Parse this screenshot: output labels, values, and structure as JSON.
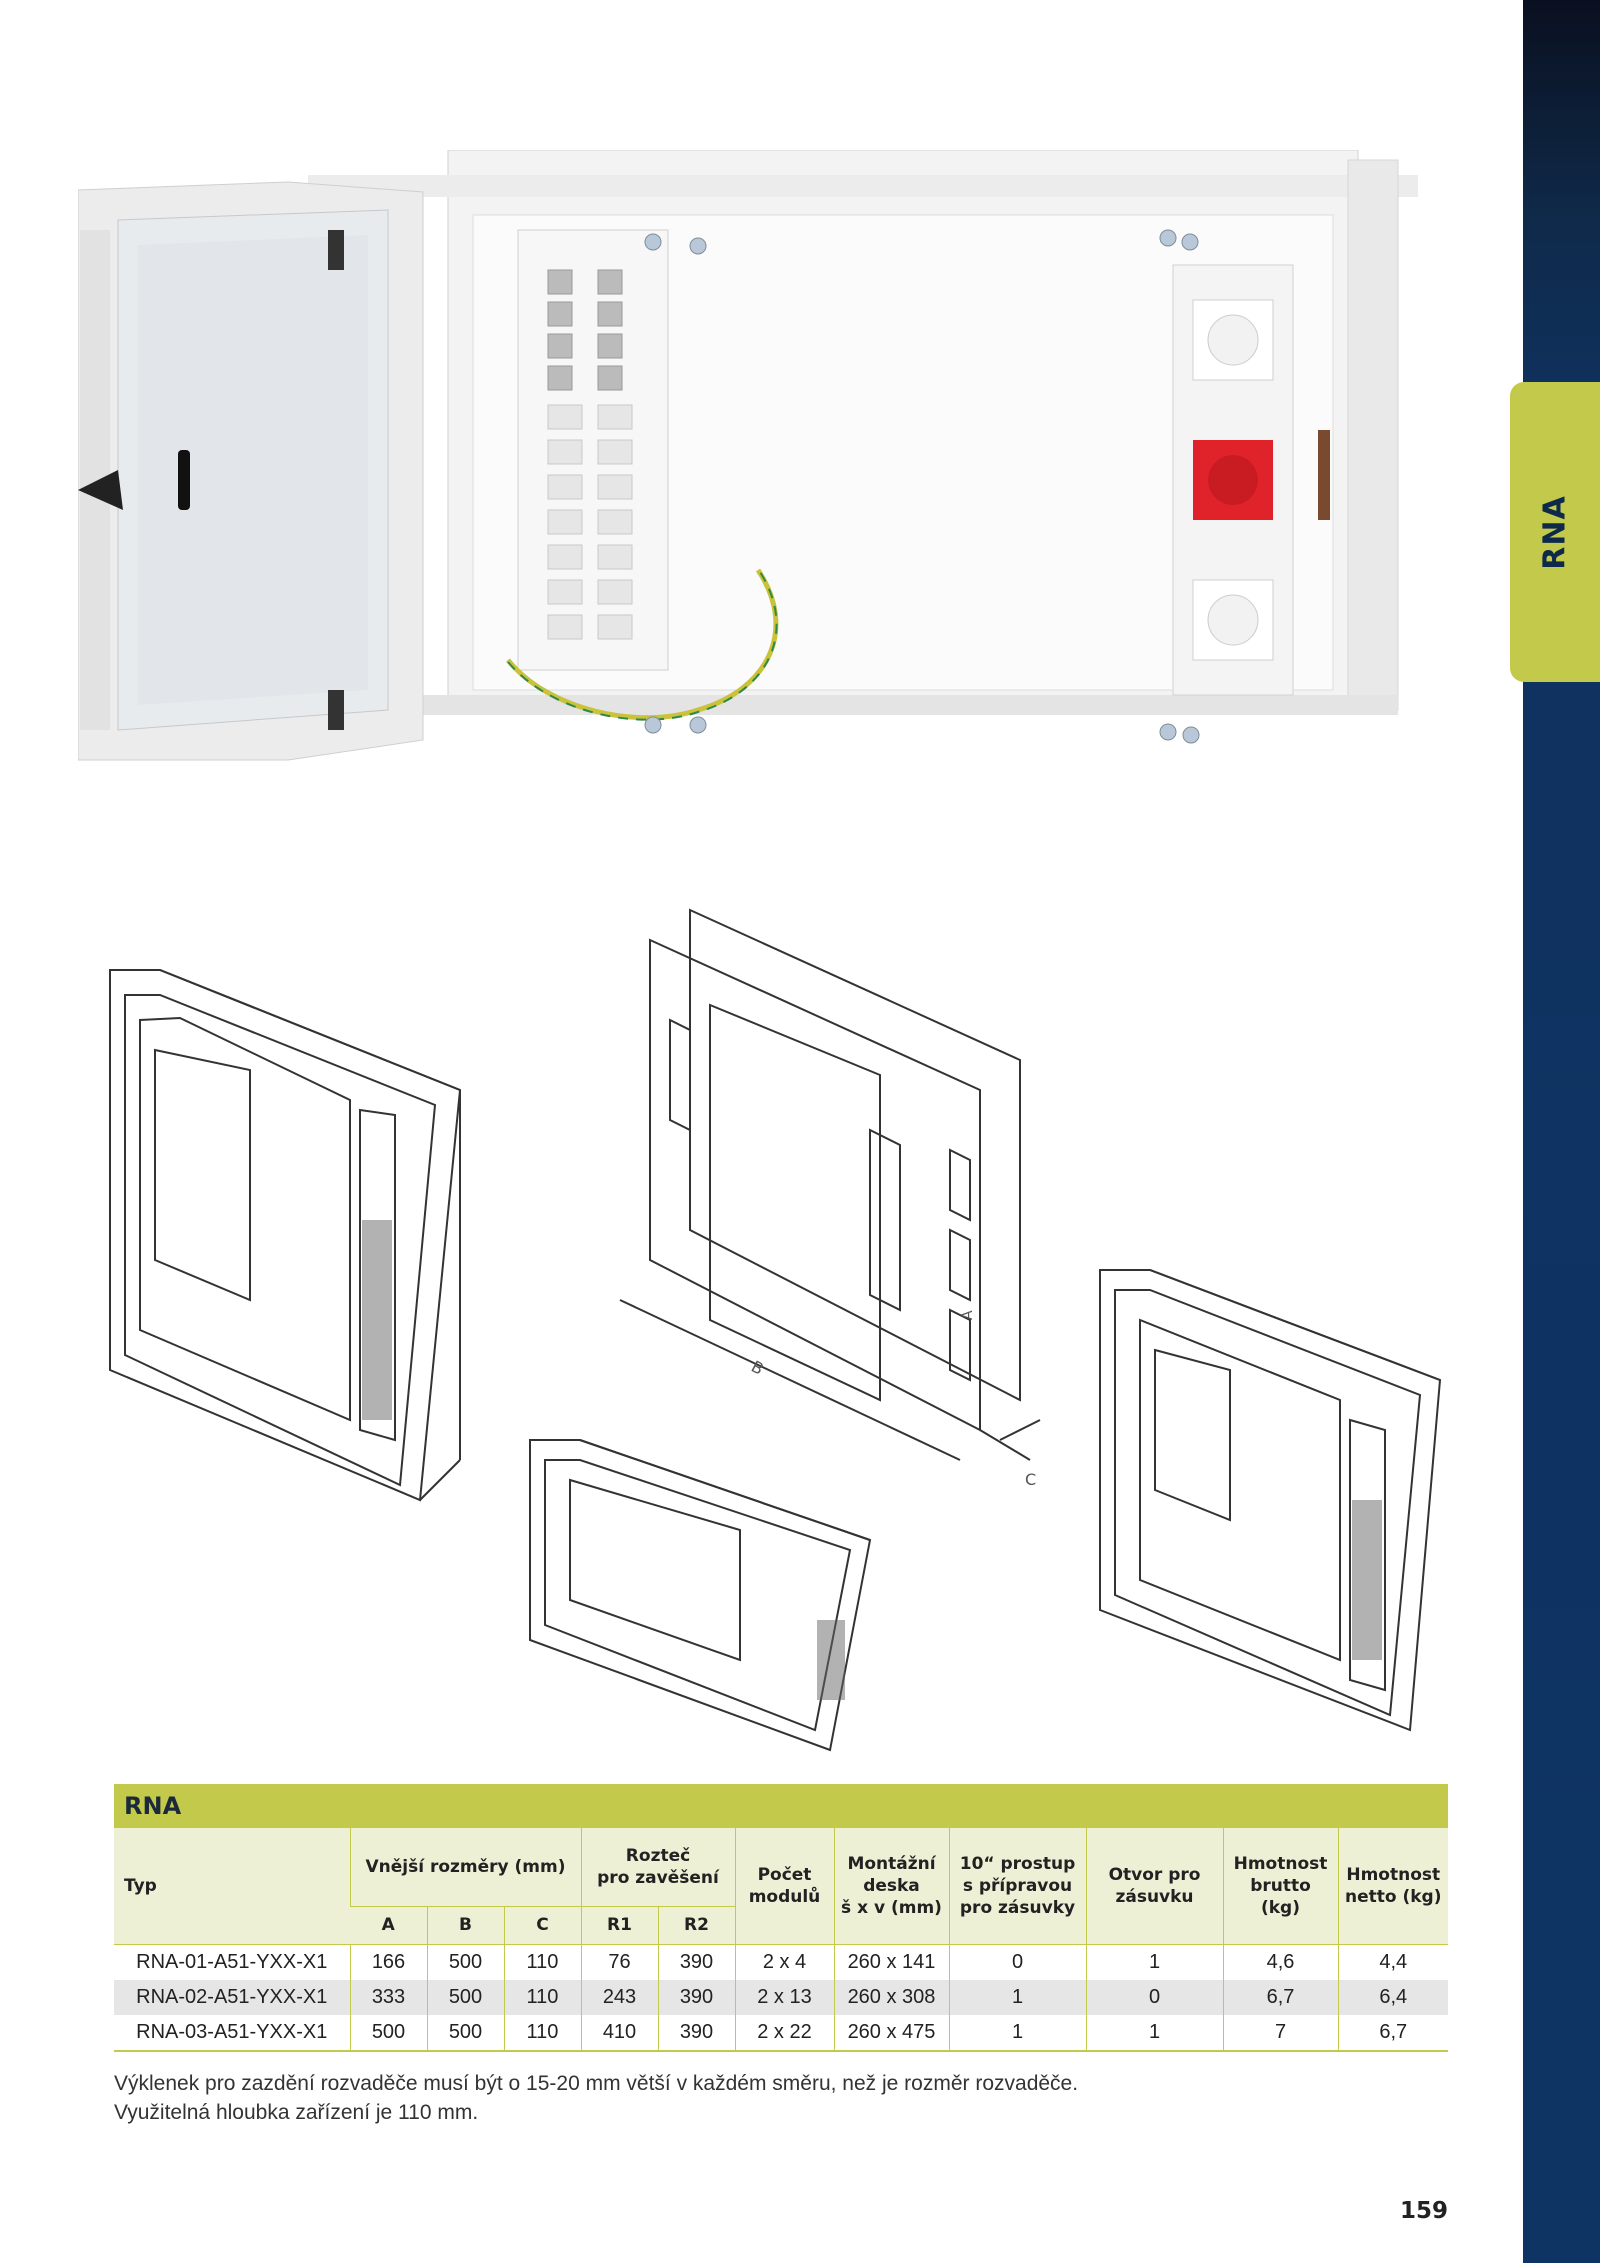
{
  "side_tab": {
    "label": "RNA"
  },
  "table": {
    "title": "RNA",
    "headers": {
      "typ": "Typ",
      "vnejsi": "Vnější rozměry  (mm)",
      "a": "A",
      "b": "B",
      "c": "C",
      "roztec_1": "Rozteč",
      "roztec_2": "pro zavěšení",
      "r1": "R1",
      "r2": "R2",
      "pocet_1": "Počet",
      "pocet_2": "modulů",
      "deska_1": "Montážní",
      "deska_2": "deska",
      "deska_3": "š x v (mm)",
      "prostup_1": "10“ prostup",
      "prostup_2": "s přípravou",
      "prostup_3": "pro zásuvky",
      "otvor_1": "Otvor pro",
      "otvor_2": "zásuvku",
      "brutto_1": "Hmotnost",
      "brutto_2": "brutto (kg)",
      "netto_1": "Hmotnost",
      "netto_2": "netto (kg)"
    },
    "rows": [
      {
        "typ": "RNA-01-A51-YXX-X1",
        "a": "166",
        "b": "500",
        "c": "110",
        "r1": "76",
        "r2": "390",
        "moduly": "2 x 4",
        "deska": "260 x 141",
        "prostup": "0",
        "otvor": "1",
        "brutto": "4,6",
        "netto": "4,4"
      },
      {
        "typ": "RNA-02-A51-YXX-X1",
        "a": "333",
        "b": "500",
        "c": "110",
        "r1": "243",
        "r2": "390",
        "moduly": "2 x 13",
        "deska": "260 x 308",
        "prostup": "1",
        "otvor": "0",
        "brutto": "6,7",
        "netto": "6,4"
      },
      {
        "typ": "RNA-03-A51-YXX-X1",
        "a": "500",
        "b": "500",
        "c": "110",
        "r1": "410",
        "r2": "390",
        "moduly": "2 x 22",
        "deska": "260 x 475",
        "prostup": "1",
        "otvor": "1",
        "brutto": "7",
        "netto": "6,7"
      }
    ]
  },
  "drawing_labels": {
    "b": "B",
    "c": "C",
    "a": "A"
  },
  "note": {
    "line1": "Výklenek pro zazdění rozvaděče musí být o 15-20 mm větší v každém směru, než je rozměr rozvaděče.",
    "line2": "Využitelná hloubka zařízení je 110 mm."
  },
  "page_number": "159",
  "colors": {
    "accent": "#c3c94a",
    "navy": "#0e3464",
    "header_bg": "#eef0d6",
    "alt_row": "#e6e6e6",
    "socket_red": "#e0232a"
  }
}
